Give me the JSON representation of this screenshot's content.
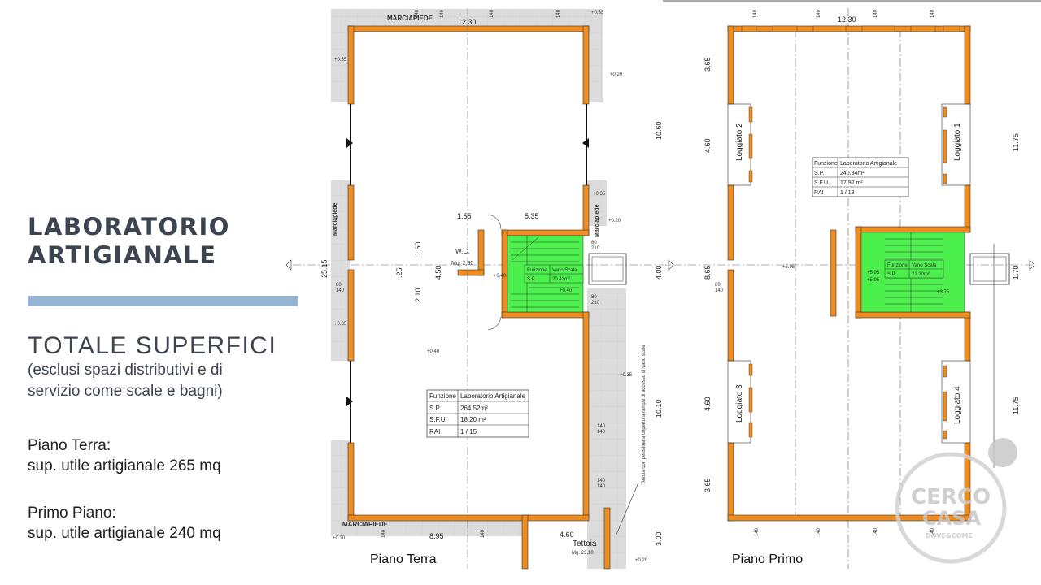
{
  "title_line1": "LABORATORIO",
  "title_line2": "ARTIGIANALE",
  "totale_heading": "TOTALE SUPERFICI",
  "totale_sub_line1": "(esclusi spazi distributivi e di",
  "totale_sub_line2": "servizio come scale e bagni)",
  "ground_floor_line1": "Piano Terra:",
  "ground_floor_line2": "sup. utile artigianale 265 mq",
  "first_floor_line1": "Primo Piano:",
  "first_floor_line2": "sup. utile artigianale 240 mq",
  "plan_ground": {
    "caption": "Piano Terra",
    "sidewalk_top": "MARCIAPIEDE",
    "sidewalk_bottom": "MARCIAPIEDE",
    "sidewalk_side": "Marciapiede",
    "dim_top": "12.30",
    "dim_right_upper": "10.60",
    "dim_right_mid": "4.00",
    "dim_right_lower": "10.10",
    "dim_right_bottom": "3.00",
    "dim_left": "25.15",
    "dim_bottom_left": "8.95",
    "dim_bottom_right": "4.60",
    "dim_155": "1.55",
    "dim_535": "5.35",
    "dim_160": "1.60",
    "dim_25": ".25",
    "dim_210": "2.10",
    "dim_450": "4.50",
    "wc_label": "W.C.",
    "wc_area": "Mq. 2,30",
    "tettoia": "Tettoia",
    "tettoia_area": "Mq. 23,10",
    "tettoia_note": "Tettoia con pensilina a copertura rampa di accesso al vano scale",
    "table": [
      [
        "Funzione",
        "Laboratorio Artigianale"
      ],
      [
        "S.P.",
        "264.52m²"
      ],
      [
        "S.F.U.",
        "18.20 m²"
      ],
      [
        "RAI",
        "1 / 15"
      ]
    ],
    "stair_table": [
      [
        "Funzione",
        "Vano Scala"
      ],
      [
        "S.P.",
        "20.43m²"
      ]
    ],
    "lv_035": "+0.35",
    "lv_020": "+0.20",
    "lv_040": "+0.40",
    "wall_140": "140",
    "wall_80": "80",
    "wall_210": "210"
  },
  "plan_first": {
    "caption": "Piano Primo",
    "dim_top": "12.30",
    "dim_left_1": "3.65",
    "dim_left_2": "4.60",
    "dim_left_3": "8.65",
    "dim_left_4": "4.60",
    "dim_left_5": "3.65",
    "dim_right_upper": "11.75",
    "dim_right_mid": "1.70",
    "dim_right_lower": "11.75",
    "loggiato_1": "Loggiato 1",
    "loggiato_2": "Loggiato 2",
    "loggiato_3": "Loggiato 3",
    "loggiato_4": "Loggiato 4",
    "table": [
      [
        "Funzione",
        "Laboratorio Artigianale"
      ],
      [
        "S.P.",
        "240.34m²"
      ],
      [
        "S.F.U.",
        "17.92 m²"
      ],
      [
        "RAI",
        "1 / 13"
      ]
    ],
    "stair_table": [
      [
        "Funzione",
        "Vano Scala"
      ],
      [
        "S.P.",
        "22.20m²"
      ]
    ],
    "lv_595": "+5.95",
    "lv_375": "+3.75"
  },
  "logo": {
    "word1": "CERCO",
    "word2": "CASA",
    "tagline": "DOVE&COME"
  },
  "colors": {
    "wall": "#f08c1e",
    "stair": "#4cf04c",
    "sidewalk": "#dcdcdc",
    "accent_rule": "#96b4d2",
    "title": "#3c4450"
  }
}
